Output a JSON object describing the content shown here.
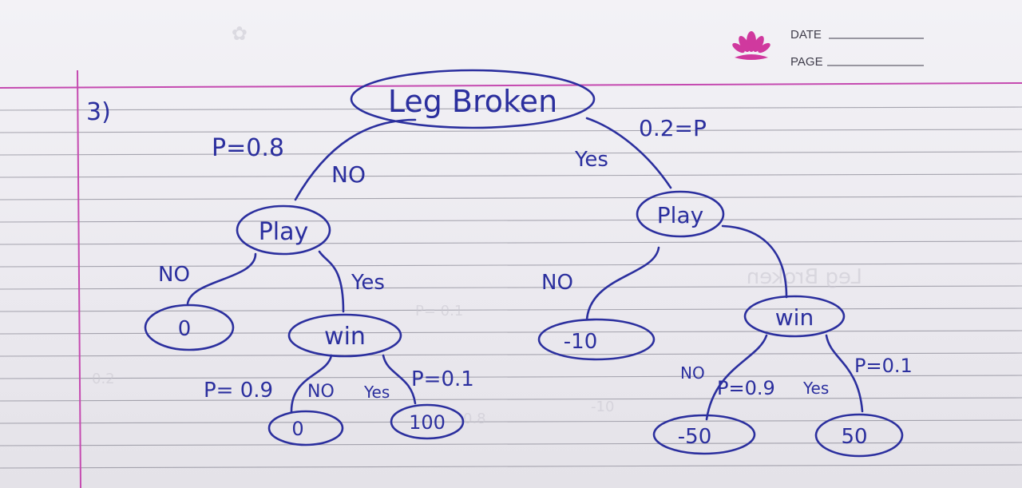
{
  "header": {
    "date_label": "DATE",
    "page_label": "PAGE"
  },
  "question_number": "3)",
  "nodes": {
    "root": "Leg Broken",
    "left_play": "Play",
    "right_play": "Play",
    "left_win": "win",
    "right_win": "win"
  },
  "edges": {
    "root_no_prob": "P=0.8",
    "root_no": "NO",
    "root_yes_prob": "0.2=P",
    "root_yes": "Yes",
    "left_play_no": "NO",
    "left_play_yes": "Yes",
    "right_play_no": "NO",
    "left_win_no_prob": "P= 0.9",
    "left_win_no": "NO",
    "left_win_yes": "Yes",
    "left_win_yes_prob": "P=0.1",
    "right_win_no": "NO",
    "right_win_no_prob": "P=0.9",
    "right_win_yes": "Yes",
    "right_win_yes_prob": "P=0.1"
  },
  "leaves": {
    "left_play_no": "0",
    "left_win_no": "0",
    "left_win_yes": "100",
    "right_play_no": "-10",
    "right_win_no": "-50",
    "right_win_yes": "50"
  },
  "colors": {
    "ink": "#2b2f9e",
    "margin_line": "#c54ab0",
    "rule_line": "#8d8c98",
    "lotus": "#d0399e"
  }
}
